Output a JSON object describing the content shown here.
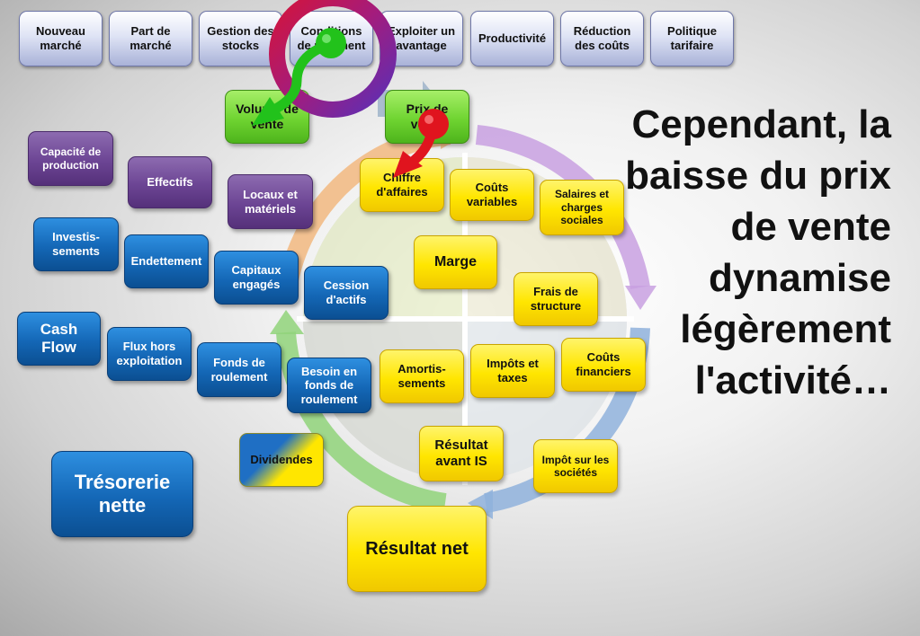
{
  "top_tabs": [
    "Nouveau marché",
    "Part de marché",
    "Gestion des stocks",
    "Conditions de paiement",
    "Exploiter un avantage",
    "Productivité",
    "Réduction des coûts",
    "Politique tarifaire"
  ],
  "green_boxes": {
    "volume": "Volume de vente",
    "prix": "Prix de vente"
  },
  "purple_boxes": {
    "capacite": "Capacité de production",
    "effectifs": "Effectifs",
    "locaux": "Locaux et matériels"
  },
  "blue_boxes": {
    "investissements": "Investis-sements",
    "endettement": "Endettement",
    "capitaux": "Capitaux engagés",
    "cession": "Cession d'actifs",
    "cash_flow": "Cash Flow",
    "flux": "Flux hors exploitation",
    "fonds": "Fonds de roulement",
    "besoin": "Besoin en fonds de roulement",
    "tresorerie": "Trésorerie nette"
  },
  "yellow_boxes": {
    "chiffre": "Chiffre d'affaires",
    "couts_variables": "Coûts variables",
    "salaires": "Salaires et charges sociales",
    "marge": "Marge",
    "frais": "Frais de structure",
    "amortissements": "Amortis-sements",
    "impots_taxes": "Impôts et taxes",
    "couts_financiers": "Coûts financiers",
    "resultat_avant": "Résultat avant IS",
    "impot_societes": "Impôt sur les sociétés",
    "resultat_net": "Résultat net"
  },
  "mixed_boxes": {
    "dividendes": "Dividendes"
  },
  "headline": "Cependant, la baisse du prix de vente dynamise légèrement l'activité…",
  "colors": {
    "ring_purple": "#7a2fb0",
    "ring_red": "#d4143a",
    "arrow_green": "#22c21b",
    "pin_red": "#e0141e",
    "cycle_purple": "#c8a0e0",
    "cycle_green": "#90d47a",
    "cycle_blue": "#8fb2dc",
    "cycle_orange": "#f2b880"
  }
}
